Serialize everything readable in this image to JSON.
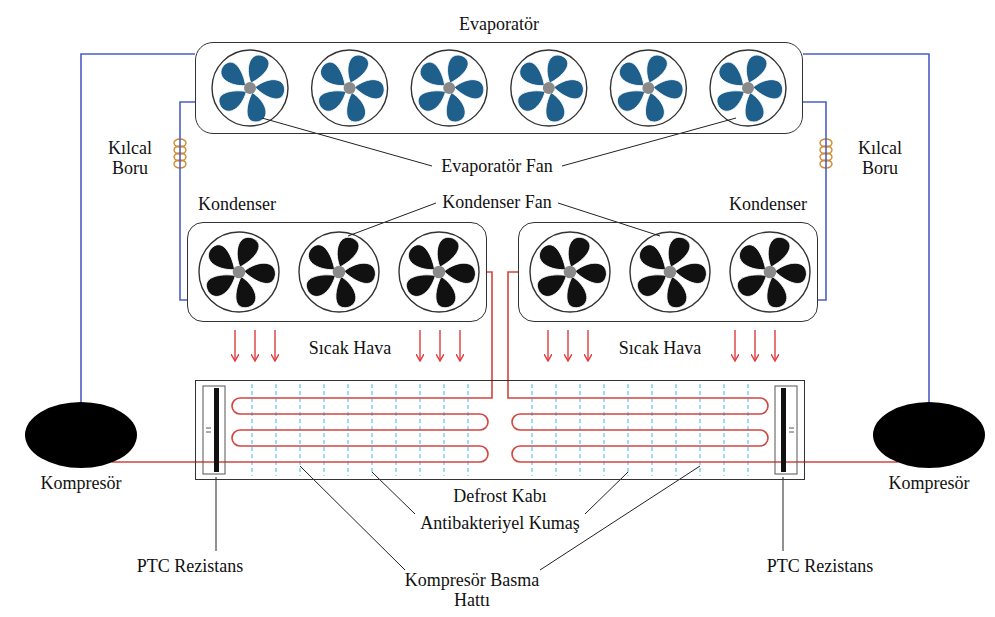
{
  "diagram": {
    "nodes": [
      {
        "text": [
          "Evaporatör"
        ]
      },
      {
        "text": [
          "Kondenser"
        ]
      },
      {
        "text": [
          "Kondenser"
        ]
      },
      {
        "text": [
          "Defrost Kabı"
        ]
      },
      {
        "text": [
          "Kompresör"
        ]
      },
      {
        "text": [
          "Kompresör"
        ]
      }
    ],
    "edges": [
      {
        "from": 4,
        "to": 0,
        "arrow": "none"
      },
      {
        "from": 1,
        "to": 0,
        "arrow": "none"
      },
      {
        "from": 4,
        "to": 3,
        "arrow": "none"
      },
      {
        "from": 3,
        "to": 1,
        "arrow": "none"
      },
      {
        "from": 5,
        "to": 0,
        "arrow": "none"
      },
      {
        "from": 2,
        "to": 0,
        "arrow": "none"
      },
      {
        "from": 5,
        "to": 3,
        "arrow": "none"
      },
      {
        "from": 3,
        "to": 2,
        "arrow": "none"
      }
    ],
    "labels": [
      "Kılcal Boru",
      "Kılcal Boru",
      "Evaporatör Fan",
      "Kondenser Fan",
      "Sıcak Hava",
      "Sıcak Hava",
      "Antibakteriyel Kumaş",
      "PTC Rezistans",
      "PTC Rezistans",
      "Kompresör Basma Hattı"
    ]
  }
}
